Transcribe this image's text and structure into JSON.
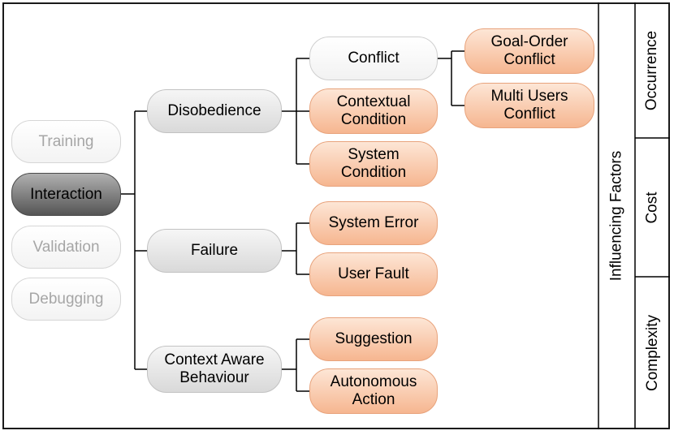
{
  "left_items": {
    "training": "Training",
    "interaction": "Interaction",
    "validation": "Validation",
    "debugging": "Debugging"
  },
  "level1": {
    "disobedience": "Disobedience",
    "failure": "Failure",
    "context_aware": "Context Aware\nBehaviour"
  },
  "level2": {
    "conflict": "Conflict",
    "contextual_condition": "Contextual\nCondition",
    "system_condition": "System\nCondition",
    "system_error": "System Error",
    "user_fault": "User Fault",
    "suggestion": "Suggestion",
    "autonomous_action": "Autonomous\nAction"
  },
  "level3": {
    "goal_order_conflict": "Goal-Order\nConflict",
    "multi_users_conflict": "Multi Users\nConflict"
  },
  "side": {
    "influencing_factors": "Influencing  Factors",
    "occurrence": "Occurrence",
    "cost": "Cost",
    "complexity": "Complexity"
  }
}
